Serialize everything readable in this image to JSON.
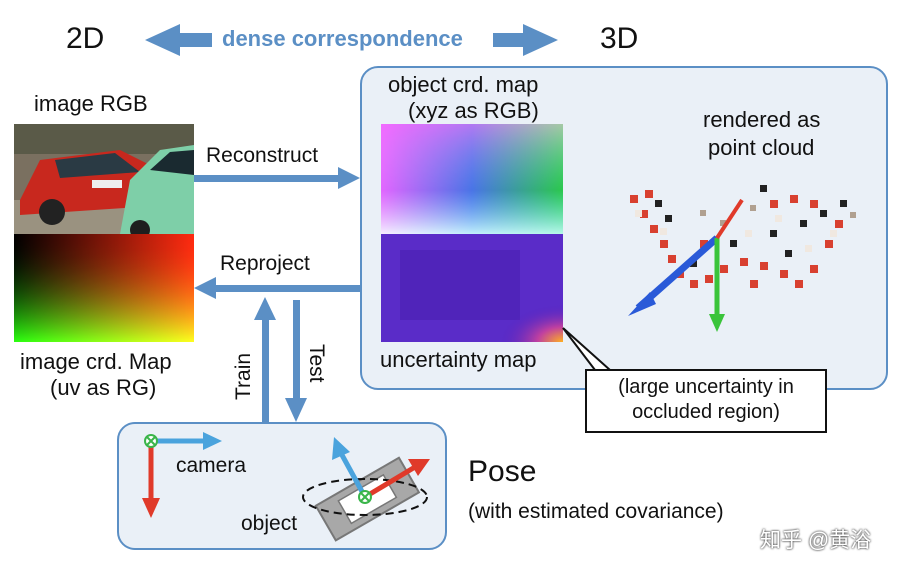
{
  "header": {
    "left_label": "2D",
    "right_label": "3D",
    "middle_label": "dense correspondence"
  },
  "left": {
    "image_rgb_label": "image RGB",
    "image_crd_label_1": "image crd. Map",
    "image_crd_label_2": "(uv as RG)"
  },
  "arrows": {
    "reconstruct": "Reconstruct",
    "reproject": "Reproject",
    "train": "Train",
    "test": "Test"
  },
  "panel_3d": {
    "obj_map_label_1": "object crd. map",
    "obj_map_label_2": "(xyz as RGB)",
    "uncertainty_label": "uncertainty map",
    "render_label_1": "rendered as",
    "render_label_2": "point cloud"
  },
  "callout": {
    "line_1": "(large uncertainty in",
    "line_2": "occluded region)"
  },
  "pose_panel": {
    "camera_label": "camera",
    "object_label": "object"
  },
  "pose_text": {
    "title": "Pose",
    "subtitle": "(with estimated covariance)"
  },
  "watermark": "知乎 @黄浴",
  "colors": {
    "accent_blue": "#5b8fc5",
    "panel_bg": "#eaf0f7",
    "axis_red": "#e03a2a",
    "axis_blue": "#4aa3dd",
    "axis_green": "#3ab54a"
  }
}
